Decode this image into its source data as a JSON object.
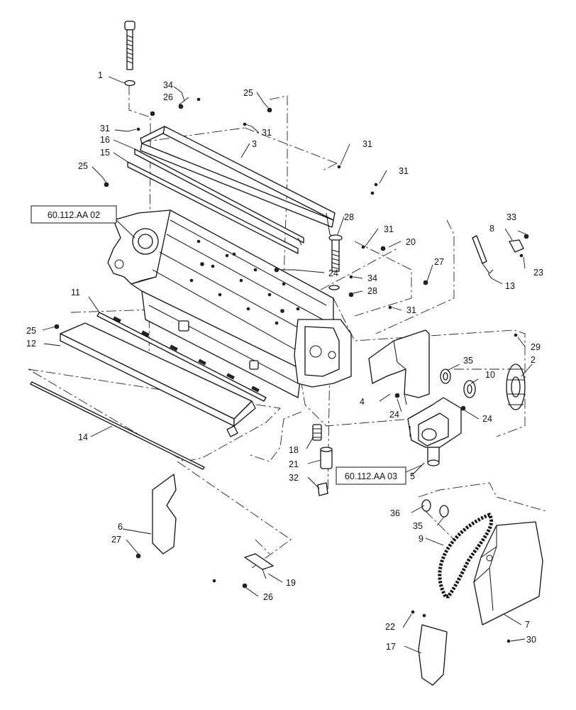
{
  "diagram": {
    "references": [
      "60.112.AA 02",
      "60.112.AA 03"
    ],
    "callouts": [
      "1",
      "34",
      "26",
      "25",
      "31",
      "31",
      "16",
      "15",
      "3",
      "31",
      "25",
      "31",
      "28",
      "31",
      "20",
      "33",
      "8",
      "23",
      "24",
      "34",
      "28",
      "27",
      "13",
      "31",
      "11",
      "25",
      "12",
      "29",
      "35",
      "2",
      "10",
      "4",
      "24",
      "24",
      "14",
      "18",
      "21",
      "32",
      "5",
      "36",
      "35",
      "9",
      "6",
      "27",
      "19",
      "26",
      "22",
      "7",
      "17",
      "30"
    ]
  }
}
